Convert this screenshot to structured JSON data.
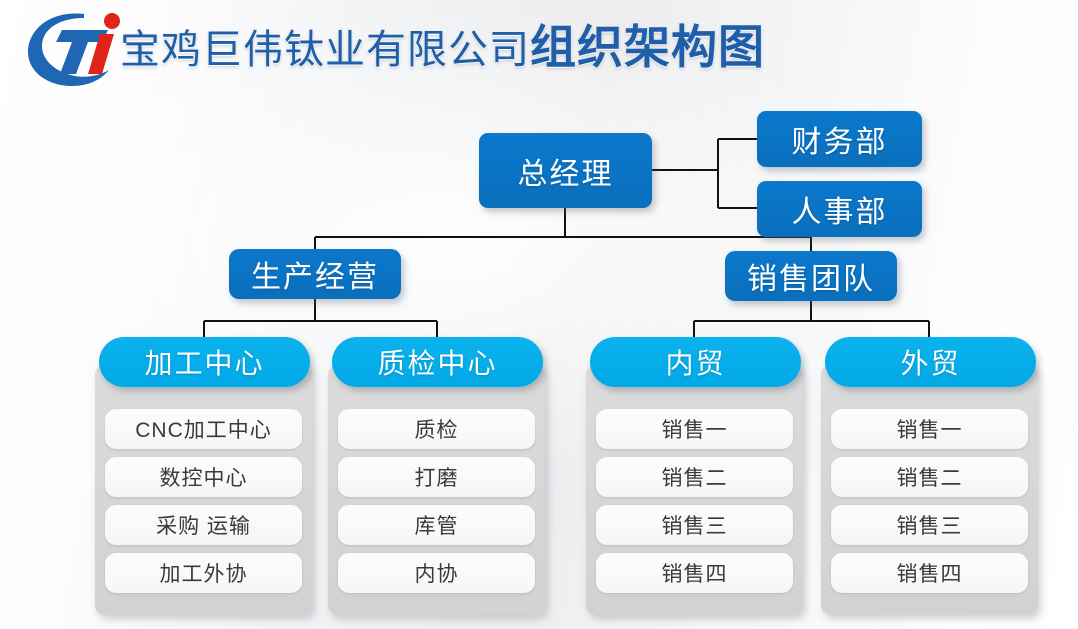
{
  "header": {
    "company": "宝鸡巨伟钛业有限公司",
    "subject": "组织架构图",
    "logo_icon": "company-logo-icon",
    "title_color": "#1f5fa9"
  },
  "colors": {
    "primary_dark_blue": "#0a72c2",
    "accent_cyan": "#02a9e6",
    "panel_gray": "#d6d6d6",
    "item_white": "#fafafa",
    "connector": "#1a1a1a",
    "background": "#f1f2f4"
  },
  "chart": {
    "type": "org-chart",
    "root": {
      "label": "总经理"
    },
    "staff": [
      {
        "label": "财务部"
      },
      {
        "label": "人事部"
      }
    ],
    "divisions": [
      {
        "label": "生产经营"
      },
      {
        "label": "销售团队"
      }
    ],
    "columns": [
      {
        "head": "加工中心",
        "parent": "生产经营",
        "items": [
          "CNC加工中心",
          "数控中心",
          "采购 运输",
          "加工外协"
        ]
      },
      {
        "head": "质检中心",
        "parent": "生产经营",
        "items": [
          "质检",
          "打磨",
          "库管",
          "内协"
        ]
      },
      {
        "head": "内贸",
        "parent": "销售团队",
        "items": [
          "销售一",
          "销售二",
          "销售三",
          "销售四"
        ]
      },
      {
        "head": "外贸",
        "parent": "销售团队",
        "items": [
          "销售一",
          "销售二",
          "销售三",
          "销售四"
        ]
      }
    ]
  }
}
